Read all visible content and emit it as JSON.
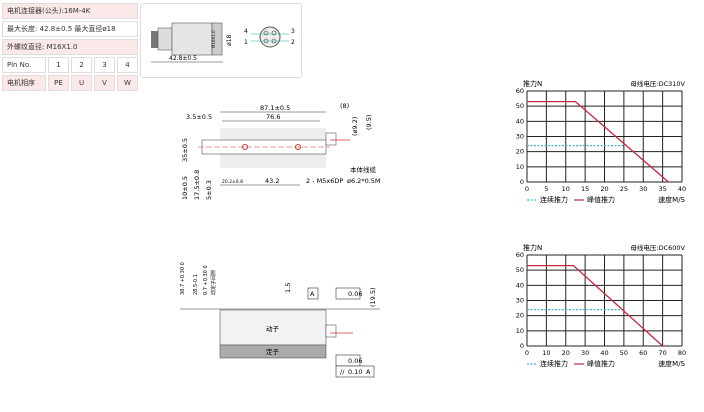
{
  "spec_table": {
    "connector": "电机连接器(公头):16M-4K",
    "size": "最大长度: 42.8±0.5   最大直径ø18",
    "thread": "外螺纹直径: M16X1.0",
    "pin_label": "Pin No.",
    "pins": [
      "1",
      "2",
      "3",
      "4"
    ],
    "phase_label": "电机相序",
    "phases": [
      "PE",
      "U",
      "V",
      "W"
    ]
  },
  "connector_drawing": {
    "length": "42.8±0.5",
    "diameter": "ø18",
    "thread": "M16X1.0",
    "pin_ids": [
      "4",
      "3",
      "1",
      "2"
    ]
  },
  "top_drawing": {
    "dims": [
      "87.1±0.5",
      "76.6",
      "3.5±0.5",
      "(8)",
      "(ø9.2)",
      "(9.5)",
      "35±0.5",
      "10±0.5",
      "17.5±0.8",
      "5±0.3",
      "20.2±0.8",
      "43.2"
    ],
    "hole_note": "2 - M5x6DP",
    "cable_label": "本体线缆",
    "cable_spec": "ø6.2*0.5M"
  },
  "side_drawing": {
    "dims": [
      "38.7 +0.30 0",
      "28.5-0.1",
      "0.7 +0.30 0",
      "动定子间隙",
      "1.5",
      "(19.5)"
    ],
    "datum": "A",
    "flatness_1": "0.06",
    "flatness_2": "0.06",
    "parallelism": "0.10",
    "parallel_datum": "A",
    "mover": "动子",
    "stator": "定子"
  },
  "chart_data": [
    {
      "type": "line",
      "title": "",
      "ylabel": "推力N",
      "xlabel": "速度M/S",
      "annotation": "母线电压:DC310V",
      "xlim": [
        0,
        40
      ],
      "ylim": [
        0,
        60
      ],
      "xticks": [
        0,
        5,
        10,
        15,
        20,
        25,
        30,
        35,
        40
      ],
      "yticks": [
        0,
        10,
        20,
        30,
        40,
        50,
        60
      ],
      "grid": true,
      "legend_position": "bottom",
      "series": [
        {
          "name": "连续推力",
          "color": "#3ab6d8",
          "style": "dotted",
          "points": [
            [
              0,
              24
            ],
            [
              25,
              24
            ]
          ]
        },
        {
          "name": "峰值推力",
          "color": "#c8283c",
          "style": "solid",
          "points": [
            [
              0,
              53
            ],
            [
              12.5,
              53
            ],
            [
              36.5,
              0
            ]
          ]
        }
      ]
    },
    {
      "type": "line",
      "title": "",
      "ylabel": "推力N",
      "xlabel": "速度M/S",
      "annotation": "母线电压:DC600V",
      "xlim": [
        0,
        80
      ],
      "ylim": [
        0,
        60
      ],
      "xticks": [
        0,
        10,
        20,
        30,
        40,
        50,
        60,
        70,
        80
      ],
      "yticks": [
        0,
        10,
        20,
        30,
        40,
        50,
        60
      ],
      "grid": true,
      "legend_position": "bottom",
      "series": [
        {
          "name": "连续推力",
          "color": "#3ab6d8",
          "style": "dotted",
          "points": [
            [
              0,
              24
            ],
            [
              48,
              24
            ]
          ]
        },
        {
          "name": "峰值推力",
          "color": "#c8283c",
          "style": "solid",
          "points": [
            [
              0,
              53
            ],
            [
              24,
              53
            ],
            [
              70,
              0
            ]
          ]
        }
      ]
    }
  ]
}
